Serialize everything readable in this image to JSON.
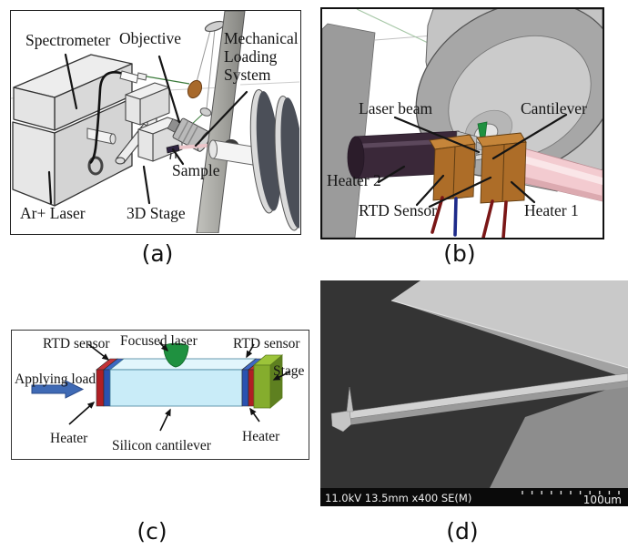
{
  "figure": {
    "panels": {
      "a": {
        "caption": "(a)",
        "labels": {
          "spectrometer": "Spectrometer",
          "objective": "Objective",
          "mechanical_loading": "Mechanical Loading System",
          "sample": "Sample",
          "ar_laser": "Ar+ Laser",
          "stage_3d": "3D Stage"
        }
      },
      "b": {
        "caption": "(b)",
        "labels": {
          "laser_beam": "Laser beam",
          "cantilever": "Cantilever",
          "heater_2": "Heater 2",
          "rtd_sensor": "RTD Sensor",
          "heater_1": "Heater 1"
        }
      },
      "c": {
        "caption": "(c)",
        "labels": {
          "rtd_sensor_left": "RTD sensor",
          "focused_laser": "Focused laser",
          "rtd_sensor_right": "RTD sensor",
          "applying_load": "Applying load",
          "stage": "Stage",
          "heater_left": "Heater",
          "silicon_cantilever": "Silicon cantilever",
          "heater_right": "Heater"
        }
      },
      "d": {
        "caption": "(d)",
        "sem_settings": "11.0kV 13.5mm x400 SE(M)",
        "sem_scale": "100um"
      }
    },
    "colors": {
      "copper_block": "#ad6d28",
      "copper_block_top": "#c5853a",
      "heater2_purple": "#3a2839",
      "pink_rod": "#f3cbd0",
      "laser_green": "#1f9140",
      "stage_green": "#85ad2d",
      "heater_red": "#b01f24",
      "rtd_blue": "#2a52b0",
      "load_arrow_blue": "#3f6ab5",
      "wire_red": "#7a1616",
      "wire_blue": "#1d2a8a",
      "sem_background": "#343434"
    }
  }
}
